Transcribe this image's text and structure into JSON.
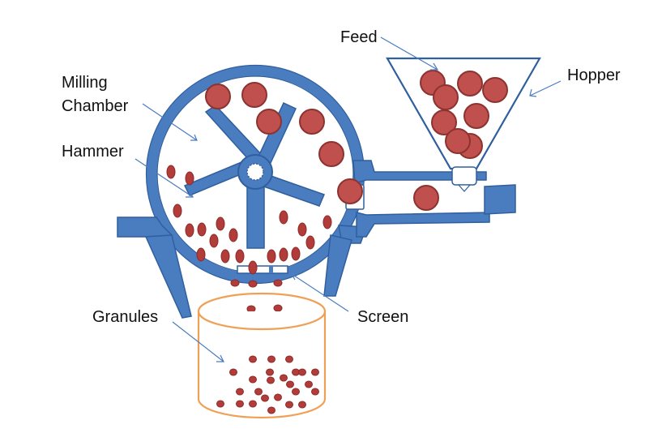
{
  "labels": {
    "feed": "Feed",
    "milling_chamber_line1": "Milling",
    "milling_chamber_line2": "Chamber",
    "hammer": "Hammer",
    "hopper": "Hopper",
    "granules": "Granules",
    "screen": "Screen"
  },
  "colors": {
    "machine_blue": "#4a7cc0",
    "machine_outline": "#2f5f9e",
    "feed_particle": "#c0504d",
    "granule": "#b23c39",
    "container_orange": "#f0a055",
    "leader_line": "#4a7cc0"
  }
}
